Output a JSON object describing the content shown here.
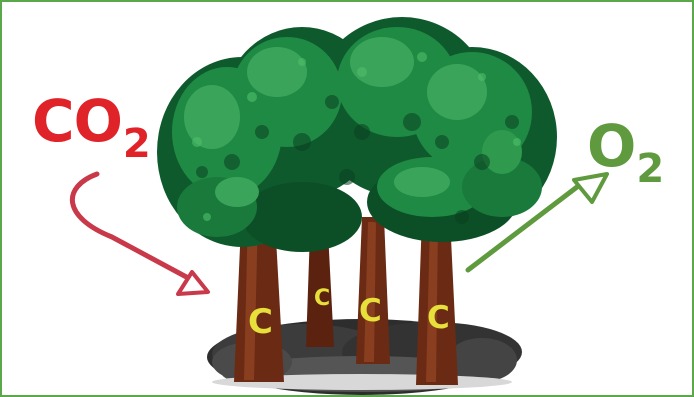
{
  "colors": {
    "co2": "#e02229",
    "co2_arrow": "#c8394a",
    "o2": "#5f9a3f",
    "o2_arrow": "#5f9a3f",
    "carbon": "#e8e03a",
    "foliage_dark": "#0e5a2c",
    "foliage_mid": "#1f8a44",
    "foliage_light": "#3aa55a",
    "trunk": "#6b2a14",
    "ground": "#3a3a3a",
    "border": "#5aa84a"
  },
  "labels": {
    "co2_main": "CO",
    "co2_sub": "2",
    "o2_main": "O",
    "o2_sub": "2"
  },
  "trees": {
    "carbon_labels": [
      "C",
      "C",
      "C",
      "C"
    ]
  }
}
